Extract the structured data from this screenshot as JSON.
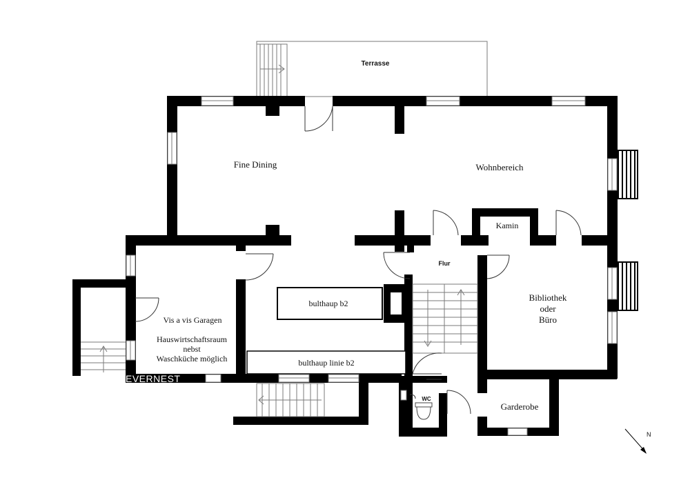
{
  "plan": {
    "rooms": {
      "terrasse": "Terrasse",
      "fine_dining": "Fine Dining",
      "wohnbereich": "Wohnbereich",
      "kamin": "Kamin",
      "flur": "Flur",
      "bibliothek": [
        "Bibliothek",
        "oder",
        "Büro"
      ],
      "vis_a_vis": "Vis a vis Garagen",
      "hauswirtschaft": [
        "Hauswirtschaftsraum",
        "nebst",
        "Waschküche möglich"
      ],
      "bulthaup_b2": "bulthaup b2",
      "bulthaup_linie": "bulthaup linie b2",
      "wc": "WC",
      "garderobe": "Garderobe"
    },
    "watermark": "EVERNEST",
    "compass_label": "N"
  }
}
